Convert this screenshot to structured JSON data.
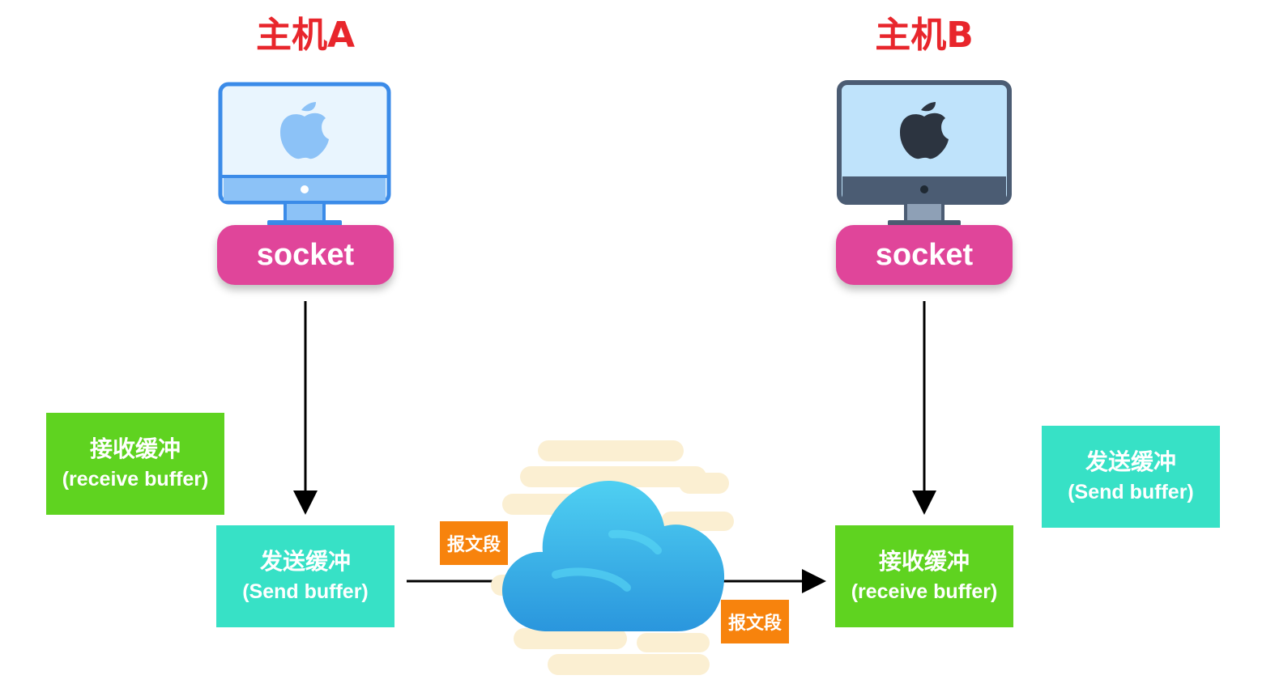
{
  "host_a": {
    "title": "主机A",
    "socket_label": "socket",
    "receive_buffer": {
      "cn": "接收缓冲",
      "en": "(receive buffer)"
    },
    "send_buffer": {
      "cn": "发送缓冲",
      "en": "(Send buffer)"
    }
  },
  "host_b": {
    "title": "主机B",
    "socket_label": "socket",
    "receive_buffer": {
      "cn": "接收缓冲",
      "en": "(receive buffer)"
    },
    "send_buffer": {
      "cn": "发送缓冲",
      "en": "(Send buffer)"
    }
  },
  "network": {
    "segment_label_in": "报文段",
    "segment_label_out": "报文段"
  },
  "colors": {
    "title_red": "#e8262c",
    "socket_pink": "#e0459a",
    "receive_green": "#5fd320",
    "send_teal": "#37e1c6",
    "segment_orange": "#f7830d",
    "cloud_blue": "#2fa8e6"
  },
  "icons": {
    "computer_a": "imac-apple-icon-light",
    "computer_b": "imac-apple-icon-dark",
    "network": "cloud-icon"
  }
}
